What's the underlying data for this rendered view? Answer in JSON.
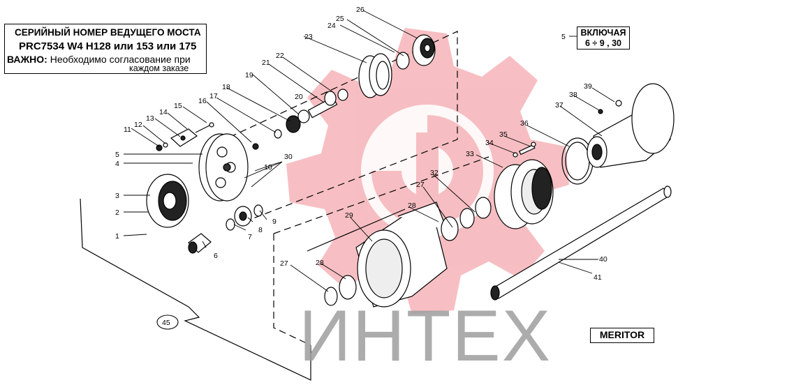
{
  "header": {
    "line1": "СЕРИЙНЫЙ НОМЕР ВЕДУЩЕГО МОСТА",
    "line2": "PRC7534 W4 H128 или 153 или 175",
    "important_label": "ВАЖНО:",
    "line3_rest": " Необходимо согласование при",
    "line4": "каждом заказе"
  },
  "include_box": {
    "ref": "5",
    "title": "ВКЛЮЧАЯ",
    "range": "6 ÷ 9 , 30"
  },
  "brand_box": "MERITOR",
  "watermark_text": "ИНТЕХ",
  "watermark_color": "#e8283c",
  "part_labels": [
    "1",
    "2",
    "3",
    "4",
    "5",
    "6",
    "7",
    "8",
    "9",
    "10",
    "11",
    "12",
    "13",
    "14",
    "15",
    "16",
    "17",
    "18",
    "19",
    "20",
    "21",
    "22",
    "23",
    "24",
    "25",
    "26",
    "27",
    "28",
    "29",
    "30",
    "32",
    "33",
    "34",
    "35",
    "36",
    "37",
    "38",
    "39",
    "40",
    "41",
    "45",
    "27",
    "28"
  ]
}
